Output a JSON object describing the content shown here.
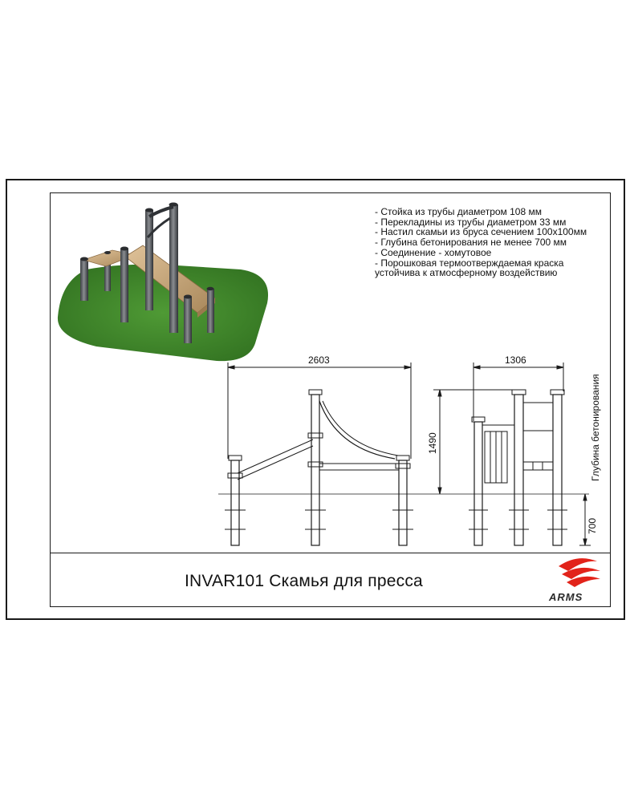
{
  "specs": [
    "- Стойка из трубы диаметром 108 мм",
    "- Перекладины из трубы диаметром 33 мм",
    "- Настил скамьи из бруса сечением 100х100мм",
    "- Глубина бетонирования не менее 700 мм",
    "- Соединение - хомутовое",
    "- Порошковая термоотверждаемая краска",
    "устойчива к атмосферному воздействию"
  ],
  "dimensions": {
    "front_width": "2603",
    "side_width": "1306",
    "height": "1490",
    "depth": "700",
    "depth_label": "Глубина бетонирования"
  },
  "title": "INVAR101 Скамья для пресса",
  "logo": {
    "text": "ARMS",
    "accent": "#e2231a"
  },
  "colors": {
    "grass": "#3f8a2a",
    "wood": "#c9a77a",
    "pole": "#5c5f63"
  }
}
